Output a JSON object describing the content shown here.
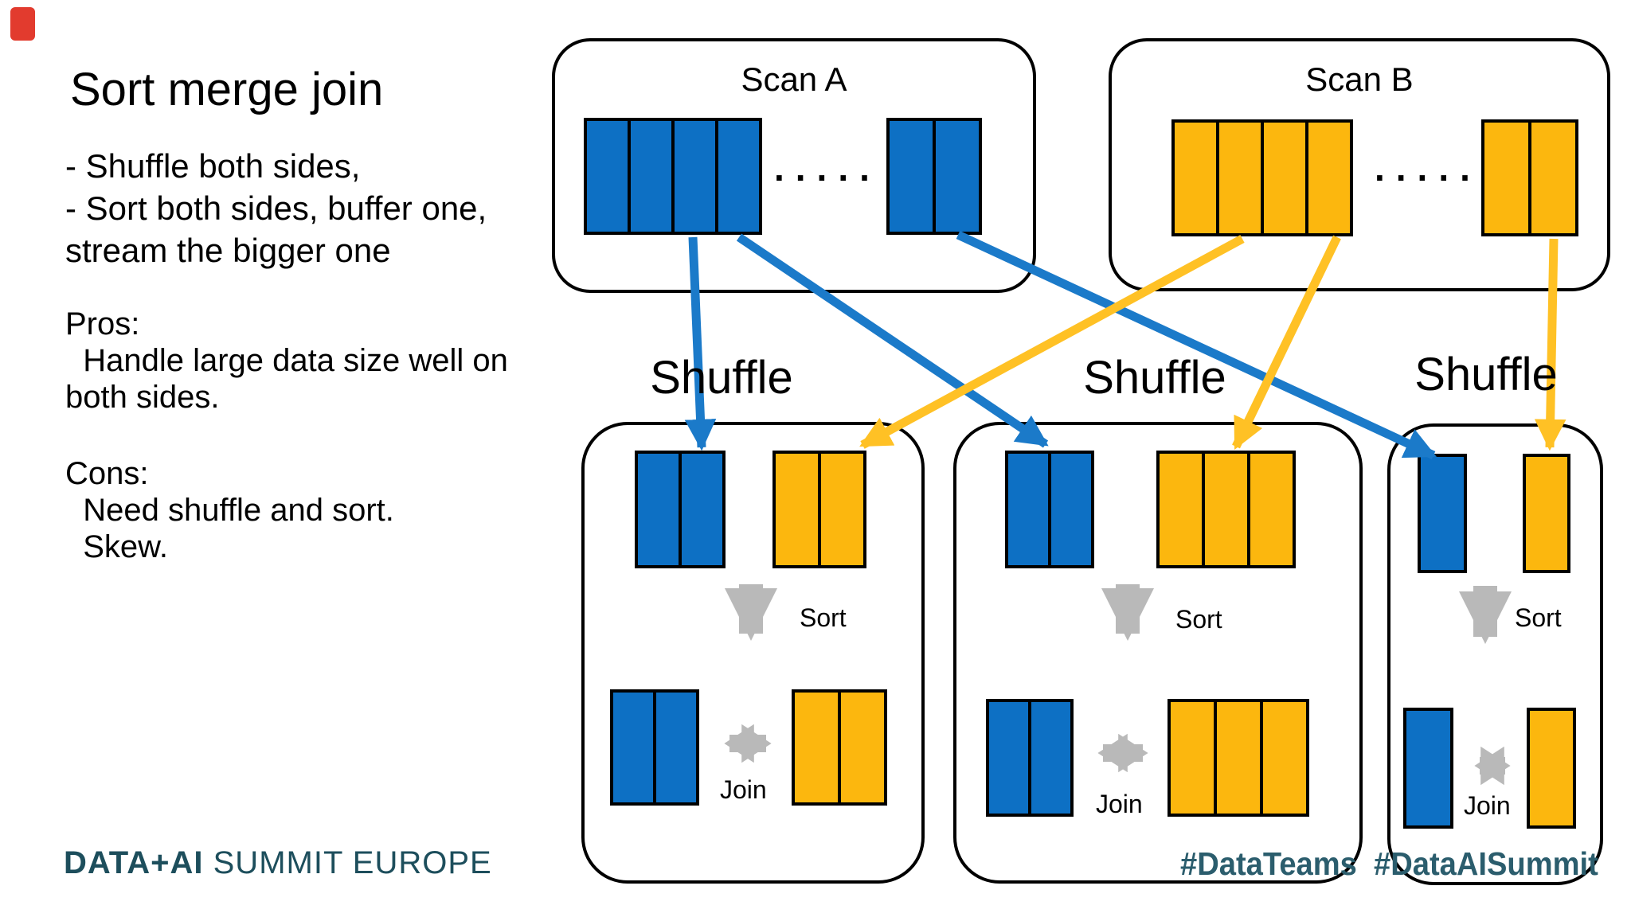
{
  "colors": {
    "partition_blue": "#0d70c4",
    "partition_yellow": "#fcb70e",
    "arrow_blue": "#1b7ac9",
    "arrow_yellow": "#ffc125",
    "arrow_gray": "#b9b9b9",
    "border_black": "#000000",
    "footer_teal": "#1d4e5c",
    "hashtag_teal": "#2b5d6d",
    "record_red": "#e23b2e"
  },
  "left_panel": {
    "title": "Sort merge join",
    "bullets": "- Shuffle both sides,\n- Sort both sides, buffer one,\nstream the bigger one",
    "pros": "Pros:\n  Handle large data size well on\nboth sides.",
    "cons": "Cons:\n  Need shuffle and sort.\n  Skew."
  },
  "scan_a": {
    "title": "Scan A",
    "dots": ".....",
    "left_cells": 4,
    "right_cells": 2
  },
  "scan_b": {
    "title": "Scan B",
    "dots": ".....",
    "left_cells": 4,
    "right_cells": 2
  },
  "shuffles": [
    {
      "label": "Shuffle",
      "sort_label": "Sort",
      "join_label": "Join",
      "top_blue_cells": 2,
      "top_yellow_cells": 2,
      "bottom_blue_cells": 2,
      "bottom_yellow_cells": 2
    },
    {
      "label": "Shuffle",
      "sort_label": "Sort",
      "join_label": "Join",
      "top_blue_cells": 2,
      "top_yellow_cells": 3,
      "bottom_blue_cells": 2,
      "bottom_yellow_cells": 3
    },
    {
      "label": "Shuffle",
      "sort_label": "Sort",
      "join_label": "Join",
      "top_blue_cells": 1,
      "top_yellow_cells": 1,
      "bottom_blue_cells": 1,
      "bottom_yellow_cells": 1
    }
  ],
  "footer": {
    "logo_bold": "DATA+AI",
    "logo_rest": " SUMMIT EUROPE",
    "hashtags": "#DataTeams  #DataAISummit"
  },
  "arrows": {
    "blue": [
      [
        870,
        298,
        881,
        562
      ],
      [
        928,
        298,
        1313,
        558
      ],
      [
        1203,
        295,
        1800,
        572
      ]
    ],
    "yellow": [
      [
        1560,
        300,
        1083,
        559
      ],
      [
        1679,
        298,
        1552,
        561
      ],
      [
        1951,
        300,
        1946,
        562
      ]
    ],
    "sort": [
      [
        943,
        734,
        943,
        796
      ],
      [
        1416,
        734,
        1416,
        796
      ],
      [
        1865,
        736,
        1865,
        800
      ]
    ],
    "join": [
      [
        939,
        934,
        23
      ],
      [
        1410,
        946,
        25
      ],
      [
        1874,
        962,
        16
      ]
    ]
  }
}
